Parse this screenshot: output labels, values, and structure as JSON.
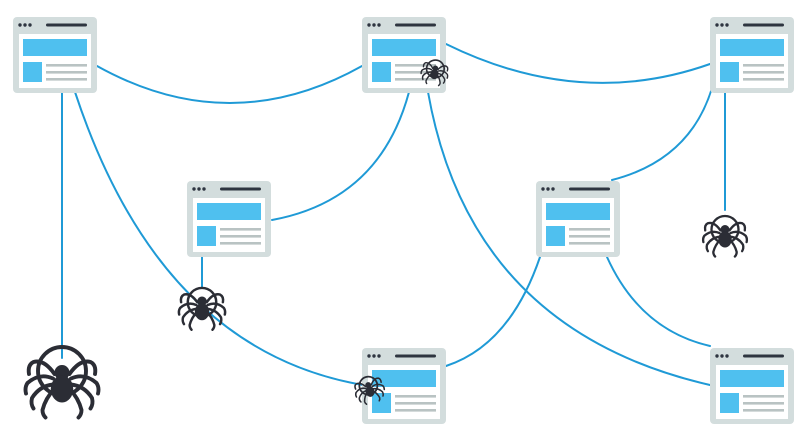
{
  "colors": {
    "background": "#ffffff",
    "link": "#1f9ad6",
    "window_frame": "#d3dddd",
    "window_body": "#ffffff",
    "header_dots": "#2e3540",
    "content_block": "#4fc0ef",
    "text_lines": "#b9c3c3",
    "spider": "#2b2d35"
  },
  "icons": {
    "page": "web-page-window-icon",
    "spider": "spider-icon"
  },
  "pages": [
    {
      "id": "page-top-left"
    },
    {
      "id": "page-top-center"
    },
    {
      "id": "page-top-right"
    },
    {
      "id": "page-middle-left"
    },
    {
      "id": "page-middle-right"
    },
    {
      "id": "page-bottom-center"
    },
    {
      "id": "page-bottom-right"
    }
  ],
  "links": [
    {
      "from": "page-top-left",
      "to": "page-top-center"
    },
    {
      "from": "page-top-center",
      "to": "page-top-right"
    },
    {
      "from": "page-top-center",
      "to": "page-middle-left"
    },
    {
      "from": "page-top-center",
      "to": "page-bottom-right"
    },
    {
      "from": "page-top-left",
      "to": "page-bottom-center"
    },
    {
      "from": "page-top-right",
      "to": "page-middle-right"
    },
    {
      "from": "page-middle-right",
      "to": "page-bottom-center"
    },
    {
      "from": "page-middle-right",
      "to": "page-bottom-right"
    }
  ],
  "spiders": [
    {
      "id": "spider-on-top-center-page"
    },
    {
      "id": "spider-hanging-right"
    },
    {
      "id": "spider-on-thread-left"
    },
    {
      "id": "spider-large-bottom-left"
    },
    {
      "id": "spider-on-bottom-center-page"
    }
  ]
}
